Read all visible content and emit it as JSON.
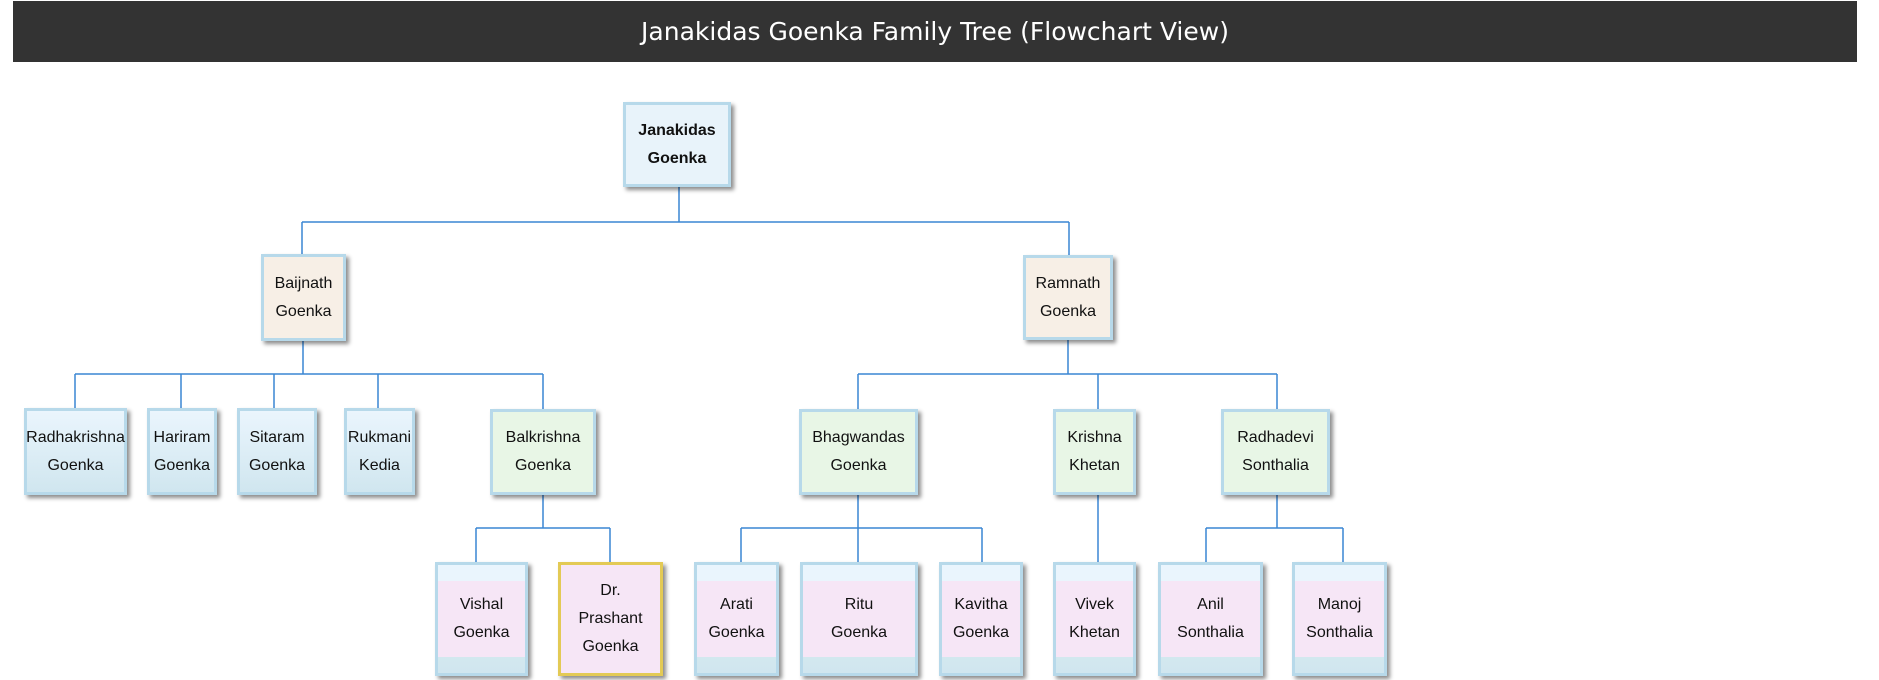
{
  "header": {
    "title": "Janakidas Goenka Family Tree (Flowchart View)"
  },
  "colors": {
    "header_bg": "#333333",
    "connector": "#3a86d4",
    "node_border": "#b7d9ea",
    "highlight_border": "#e3ca55",
    "root_fill": "#e8f3fa",
    "gen1_fill": "#f7efe6",
    "gen2_fill_green": "#e8f6e6",
    "gen2_fill_blue": "#dceef6",
    "gen3_fill_pink": "#f6e6f6"
  },
  "tree": {
    "root": {
      "first": "Janakidas",
      "last": "Goenka"
    },
    "baijnath": {
      "first": "Baijnath",
      "last": "Goenka"
    },
    "ramnath": {
      "first": "Ramnath",
      "last": "Goenka"
    },
    "radhakrishna": {
      "first": "Radhakrishna",
      "last": "Goenka"
    },
    "hariram": {
      "first": "Hariram",
      "last": "Goenka"
    },
    "sitaram": {
      "first": "Sitaram",
      "last": "Goenka"
    },
    "rukmani": {
      "first": "Rukmani",
      "last": "Kedia"
    },
    "balkrishna": {
      "first": "Balkrishna",
      "last": "Goenka"
    },
    "bhagwandas": {
      "first": "Bhagwandas",
      "last": "Goenka"
    },
    "krishna": {
      "first": "Krishna",
      "last": "Khetan"
    },
    "radhadevi": {
      "first": "Radhadevi",
      "last": "Sonthalia"
    },
    "vishal": {
      "first": "Vishal",
      "last": "Goenka"
    },
    "prashant": {
      "title": "Dr.",
      "first": "Prashant",
      "last": "Goenka"
    },
    "arati": {
      "first": "Arati",
      "last": "Goenka"
    },
    "ritu": {
      "first": "Ritu",
      "last": "Goenka"
    },
    "kavitha": {
      "first": "Kavitha",
      "last": "Goenka"
    },
    "vivek": {
      "first": "Vivek",
      "last": "Khetan"
    },
    "anil": {
      "first": "Anil",
      "last": "Sonthalia"
    },
    "manoj": {
      "first": "Manoj",
      "last": "Sonthalia"
    }
  }
}
